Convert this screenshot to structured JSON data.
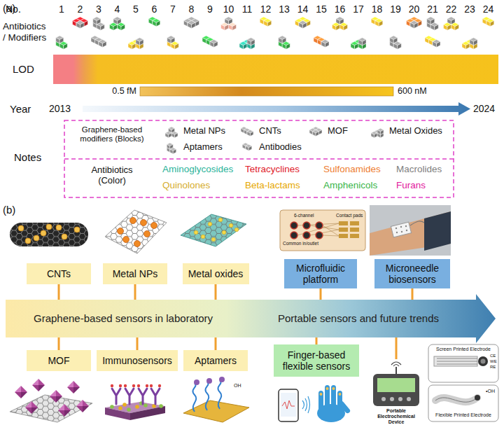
{
  "diagram": {
    "nodes": [
      {
        "text": [
          "CNTs"
        ]
      },
      {
        "text": [
          "Metal NPs"
        ]
      },
      {
        "text": [
          "Metal oxides"
        ]
      },
      {
        "text": [
          "Microfluidic platform"
        ]
      },
      {
        "text": [
          "Microneedle biosensors"
        ]
      },
      {
        "text": [
          "Graphene-based sensors in laboratory",
          "Portable sensors and future trends"
        ]
      },
      {
        "text": [
          "MOF"
        ]
      },
      {
        "text": [
          "Immunosensors"
        ]
      },
      {
        "text": [
          "Aptamers"
        ]
      },
      {
        "text": [
          "Finger-based flexible sensors"
        ]
      }
    ],
    "edges": [
      {
        "from": 0,
        "to": 5,
        "arrow": "none"
      },
      {
        "from": 1,
        "to": 5,
        "arrow": "none"
      },
      {
        "from": 2,
        "to": 5,
        "arrow": "none"
      },
      {
        "from": 3,
        "to": 5,
        "arrow": "none"
      },
      {
        "from": 4,
        "to": 5,
        "arrow": "none"
      },
      {
        "from": 6,
        "to": 5,
        "arrow": "none"
      },
      {
        "from": 7,
        "to": 5,
        "arrow": "none"
      },
      {
        "from": 8,
        "to": 5,
        "arrow": "none"
      },
      {
        "from": 9,
        "to": 5,
        "arrow": "none"
      }
    ],
    "labels": [
      "(a)",
      "No.",
      "1",
      "2",
      "3",
      "4",
      "5",
      "6",
      "7",
      "8",
      "9",
      "10",
      "11",
      "12",
      "13",
      "14",
      "15",
      "16",
      "17",
      "18",
      "19",
      "20",
      "21",
      "22",
      "23",
      "24",
      "Antibiotics / Modifiers",
      "LOD",
      "0.5 fM",
      "600 nM",
      "Year",
      "2013",
      "2024",
      "Graphene-based modifiers (Blocks)",
      "Notes",
      "Antibiotics (Color)",
      "(b)",
      "6-channel",
      "Contact pads",
      "Common in/outlet",
      "Portable Electrochemical Device",
      "Screen Printed Electrode",
      "CE",
      "WE",
      "RE",
      "Flexible Printed Electrode",
      "OH",
      "•OH"
    ],
    "legend": [
      {
        "text": "Metal NPs"
      },
      {
        "text": "CNTs"
      },
      {
        "text": "MOF"
      },
      {
        "text": "Metal Oxides"
      },
      {
        "text": "Aptamers"
      },
      {
        "text": "Antibodies"
      },
      {
        "text": "Aminoglycosides",
        "color": "#2bb39a"
      },
      {
        "text": "Tetracyclines",
        "color": "#e0202a"
      },
      {
        "text": "Sulfonamides",
        "color": "#ee7d31"
      },
      {
        "text": "Macrolides",
        "color": "#808080"
      },
      {
        "text": "Quinolones",
        "color": "#d6ad2e"
      },
      {
        "text": "Beta-lactams",
        "color": "#e6a700"
      },
      {
        "text": "Amphenicols",
        "color": "#39b54a"
      },
      {
        "text": "Furans",
        "color": "#e2189c"
      }
    ]
  }
}
